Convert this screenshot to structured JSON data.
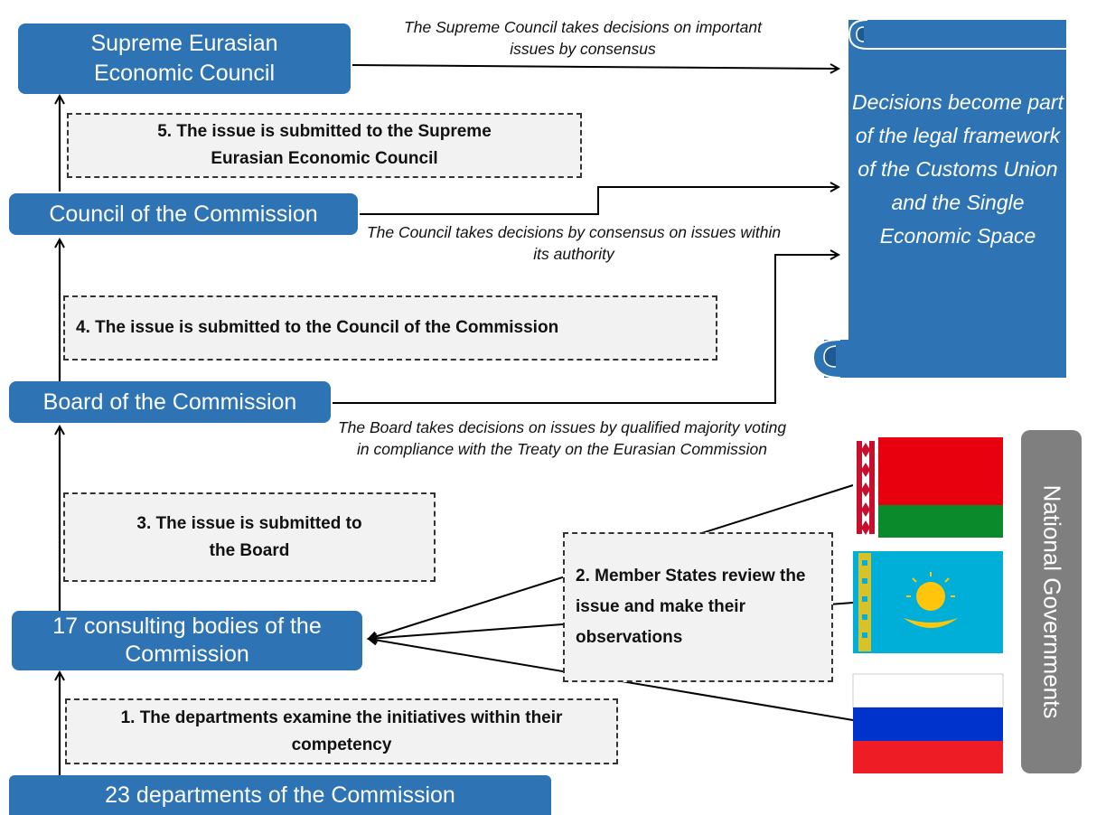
{
  "boxes": {
    "supreme_council": "Supreme Eurasian Economic Council",
    "council": "Council of the Commission",
    "board": "Board of the Commission",
    "consulting": "17 consulting bodies of the Commission",
    "departments": "23 departments of the Commission"
  },
  "steps": {
    "step1": "1. The departments examine the initiatives within their competency",
    "step2": "2. Member States review the issue and make their observations",
    "step3": "3. The issue is submitted to the Board",
    "step4": "4. The issue is submitted to the Council of the Commission",
    "step5": "5. The issue is submitted to the Supreme Eurasian Economic Council"
  },
  "notes": {
    "supreme": "The Supreme Council takes decisions on important issues by consensus",
    "council": "The Council takes decisions by consensus on issues within its authority",
    "board": "The Board takes decisions on issues by qualified majority voting in compliance with the Treaty on the Eurasian Commission"
  },
  "scroll_text": "Decisions become part of the legal framework of the Customs Union and the Single Economic Space",
  "national_governments": "National Governments",
  "flags": [
    "belarus-flag",
    "kazakhstan-flag",
    "russia-flag"
  ],
  "colors": {
    "box_blue": "#2e74b5",
    "step_bg": "#f2f2f2",
    "gov_gray": "#7f7f7f"
  }
}
